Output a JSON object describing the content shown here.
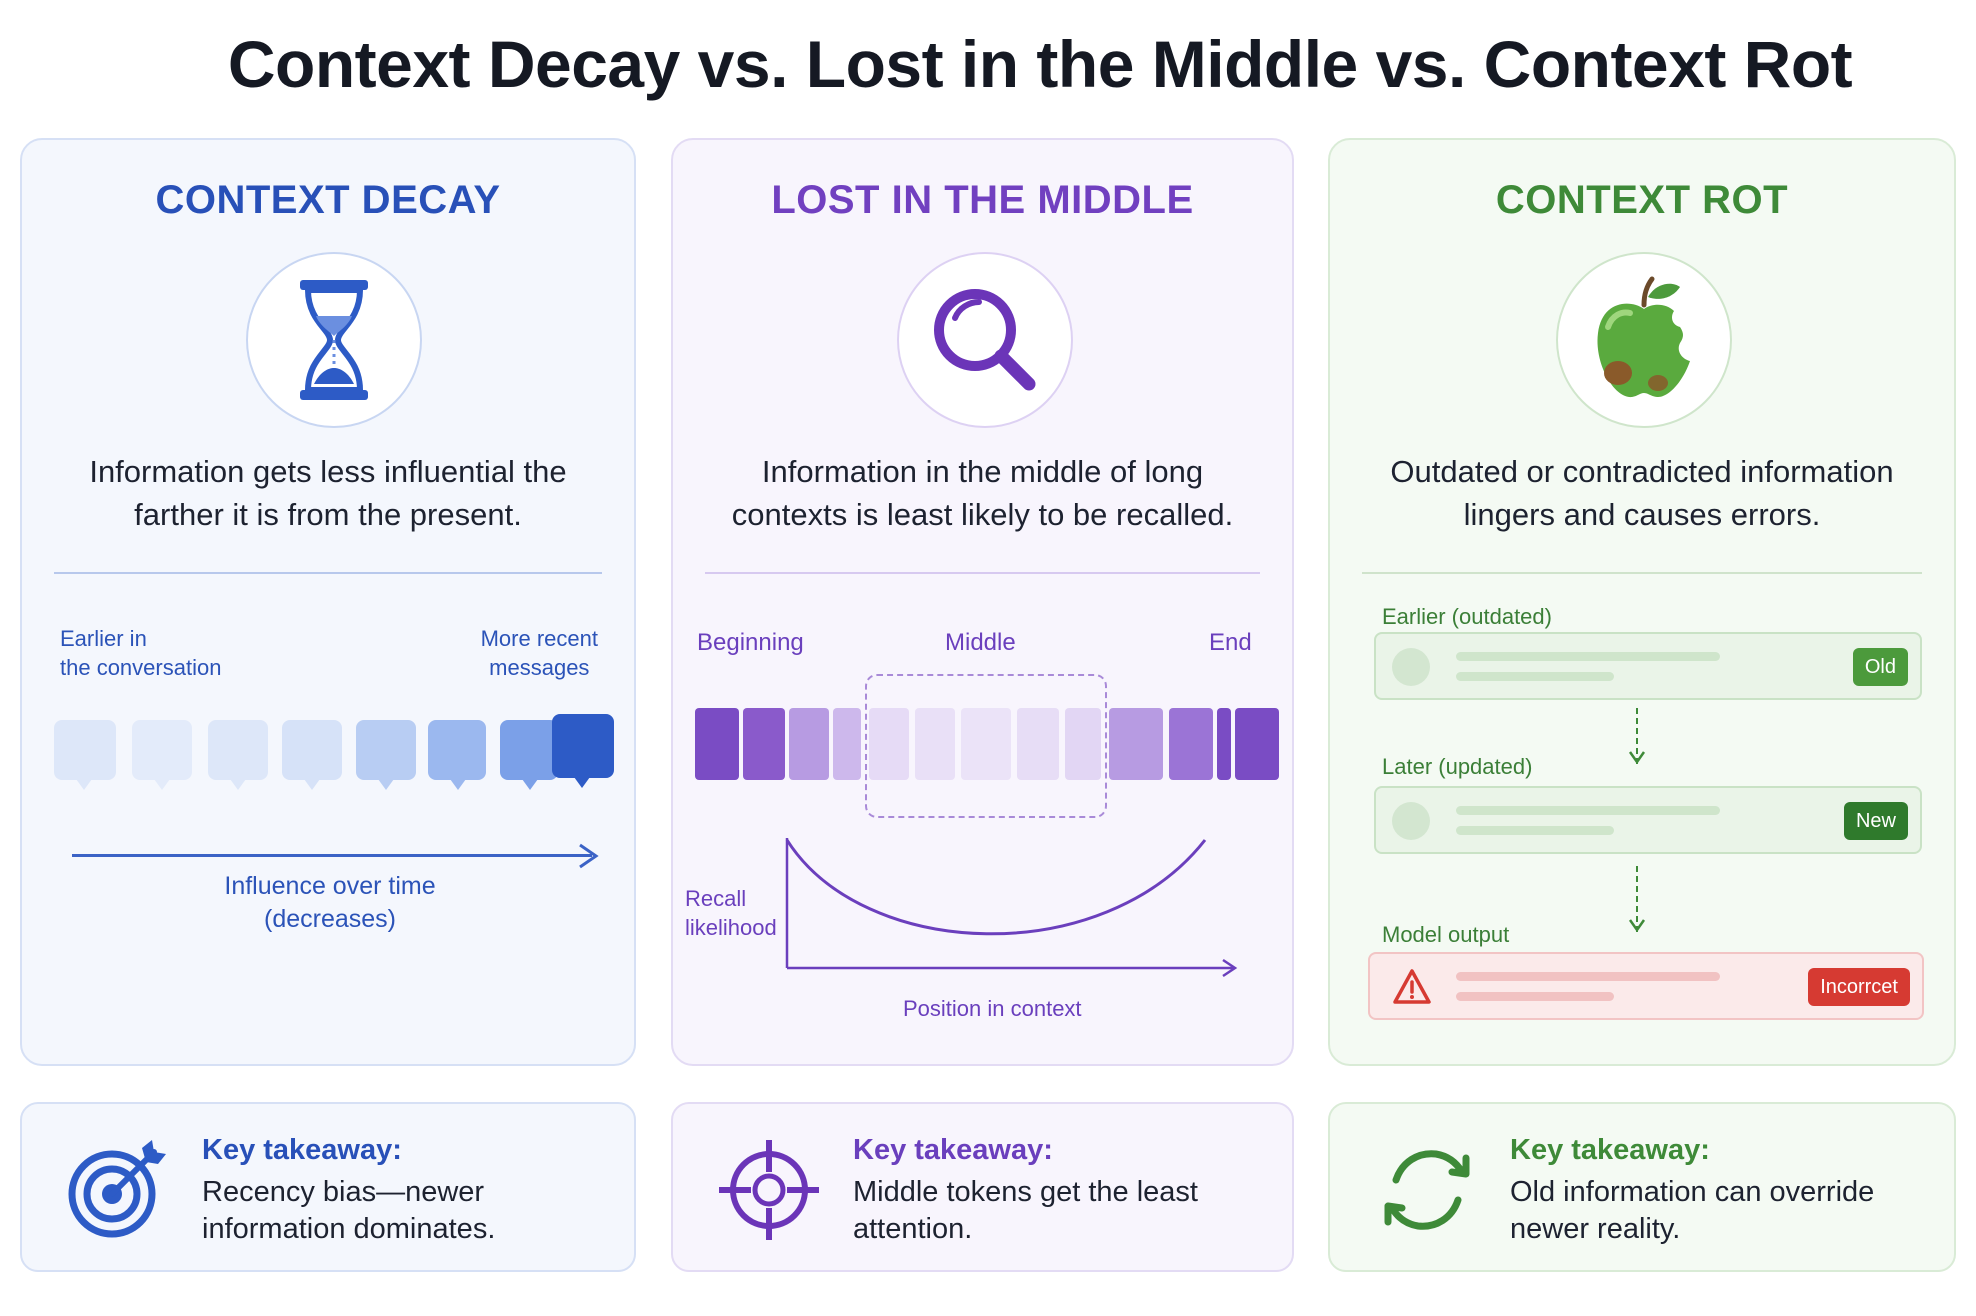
{
  "title": "Context Decay vs. Lost in the Middle vs. Context Rot",
  "colors": {
    "decay": "#2850b8",
    "middle": "#7140c0",
    "rot": "#3e8a38",
    "error": "#d63a32"
  },
  "decay": {
    "title": "CONTEXT DECAY",
    "icon": "hourglass-icon",
    "description": "Information gets less influential the farther it is from the present.",
    "label_left": "Earlier in\nthe conversation",
    "label_right": "More recent\nmessages",
    "bubble_count": 8,
    "axis_label": "Influence over time\n(decreases)",
    "takeaway_title": "Key takeaway:",
    "takeaway_text": "Recency bias—newer information dominates.",
    "takeaway_icon": "target-icon"
  },
  "middle": {
    "title": "LOST IN THE MIDDLE",
    "icon": "magnifier-icon",
    "description": "Information in the middle of long contexts is least likely to be recalled.",
    "label_beginning": "Beginning",
    "label_middle": "Middle",
    "label_end": "End",
    "y_label": "Recall\nlikelihood",
    "x_label": "Position in context",
    "takeaway_title": "Key takeaway:",
    "takeaway_text": "Middle tokens get the least attention.",
    "takeaway_icon": "crosshair-icon"
  },
  "rot": {
    "title": "CONTEXT ROT",
    "icon": "rotten-apple-icon",
    "description": "Outdated or contradicted information lingers and causes errors.",
    "label_earlier": "Earlier (outdated)",
    "tag_old": "Old",
    "label_later": "Later (updated)",
    "tag_new": "New",
    "label_output": "Model output",
    "tag_incorrect": "Incorrcet",
    "takeaway_title": "Key takeaway:",
    "takeaway_text": "Old information can override newer reality.",
    "takeaway_icon": "refresh-cycle-icon"
  }
}
